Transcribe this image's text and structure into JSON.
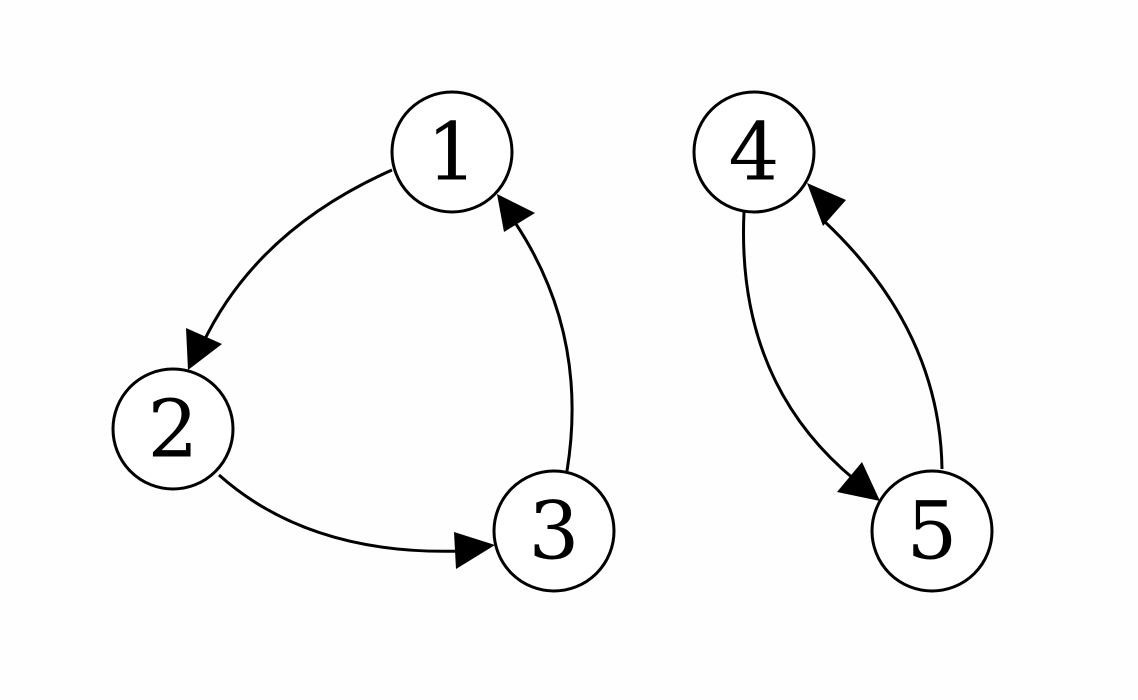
{
  "nodes": [
    {
      "id": "1",
      "label": "1"
    },
    {
      "id": "2",
      "label": "2"
    },
    {
      "id": "3",
      "label": "3"
    },
    {
      "id": "4",
      "label": "4"
    },
    {
      "id": "5",
      "label": "5"
    }
  ],
  "edges": [
    {
      "from": "1",
      "to": "2"
    },
    {
      "from": "2",
      "to": "3"
    },
    {
      "from": "3",
      "to": "1"
    },
    {
      "from": "4",
      "to": "5"
    },
    {
      "from": "5",
      "to": "4"
    }
  ],
  "colors": {
    "stroke": "#000000",
    "node_fill": "#ffffff",
    "background": "#fefefe"
  }
}
